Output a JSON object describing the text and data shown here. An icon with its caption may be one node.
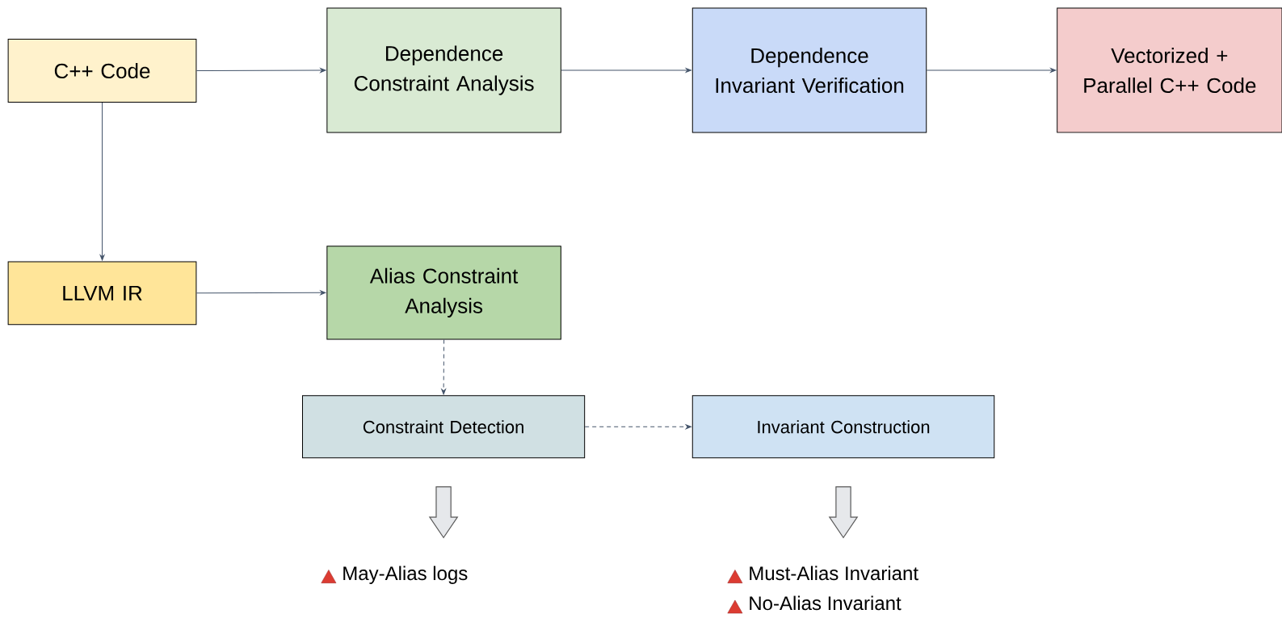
{
  "diagram": {
    "nodes": [
      {
        "text": [
          "C++ Code"
        ]
      },
      {
        "text": [
          "Dependence Constraint Analysis"
        ]
      },
      {
        "text": [
          "Dependence Invariant Verification"
        ]
      },
      {
        "text": [
          "Vectorized + Parallel C++ Code"
        ]
      },
      {
        "text": [
          "LLVM IR"
        ]
      },
      {
        "text": [
          "Alias Constraint Analysis"
        ]
      },
      {
        "text": [
          "Constraint Detection"
        ]
      },
      {
        "text": [
          "Invariant Construction"
        ]
      },
      {
        "text": [
          "May-Alias logs"
        ]
      },
      {
        "text": [
          "Must-Alias Invariant",
          "No-Alias Invariant"
        ]
      }
    ],
    "edges": [
      {
        "from": 0,
        "to": 1,
        "arrow": "to"
      },
      {
        "from": 1,
        "to": 2,
        "arrow": "to"
      },
      {
        "from": 2,
        "to": 3,
        "arrow": "to"
      },
      {
        "from": 0,
        "to": 4,
        "arrow": "to"
      },
      {
        "from": 4,
        "to": 5,
        "arrow": "to"
      },
      {
        "from": 5,
        "to": 6,
        "arrow": "to",
        "style": "dashed"
      },
      {
        "from": 6,
        "to": 7,
        "arrow": "to",
        "style": "dashed"
      },
      {
        "from": 6,
        "to": 8,
        "arrow": "to",
        "style": "thick"
      },
      {
        "from": 7,
        "to": 9,
        "arrow": "to",
        "style": "thick"
      }
    ]
  }
}
